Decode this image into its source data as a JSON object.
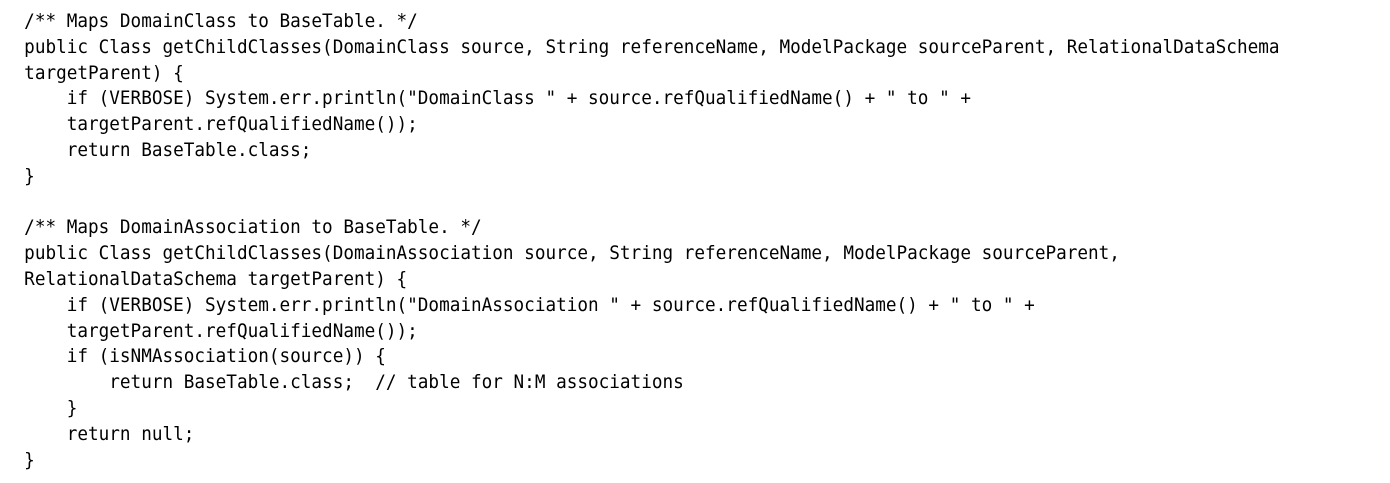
{
  "code_lines": [
    "/** Maps DomainClass to BaseTable. */",
    "public Class getChildClasses(DomainClass source, String referenceName, ModelPackage sourceParent, RelationalDataSchema",
    "targetParent) {",
    "    if (VERBOSE) System.err.println(\"DomainClass \" + source.refQualifiedName() + \" to \" +",
    "    targetParent.refQualifiedName());",
    "    return BaseTable.class;",
    "}",
    "",
    "/** Maps DomainAssociation to BaseTable. */",
    "public Class getChildClasses(DomainAssociation source, String referenceName, ModelPackage sourceParent,",
    "RelationalDataSchema targetParent) {",
    "    if (VERBOSE) System.err.println(\"DomainAssociation \" + source.refQualifiedName() + \" to \" +",
    "    targetParent.refQualifiedName());",
    "    if (isNMAssociation(source)) {",
    "        return BaseTable.class;  // table for N:M associations",
    "    }",
    "    return null;",
    "}"
  ]
}
